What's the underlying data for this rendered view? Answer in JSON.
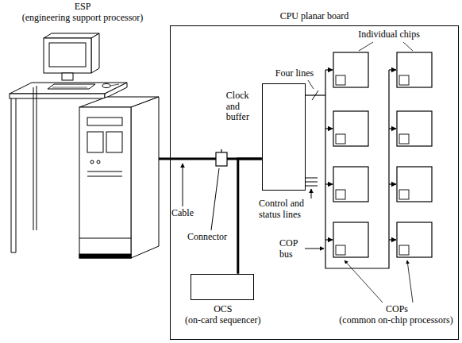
{
  "diagram": {
    "nodes": [
      {
        "text": [
          "ESP",
          "(engineering support processor)"
        ]
      },
      {
        "text": [
          "CPU planar board"
        ]
      },
      {
        "text": [
          "Clock and buffer"
        ],
        "in": 1
      },
      {
        "text": [
          "OCS",
          "(on-card sequencer)"
        ],
        "in": 1
      }
    ],
    "edges": [
      {
        "from": 0,
        "to": 2,
        "arrow": "none"
      },
      {
        "from": 3,
        "to": 2,
        "arrow": "none"
      }
    ],
    "labels": [
      "Individual chips",
      "Four lines",
      "Control and status lines",
      "COP bus",
      "COPs",
      "(common on-chip processors)",
      "Cable",
      "Connector"
    ]
  }
}
